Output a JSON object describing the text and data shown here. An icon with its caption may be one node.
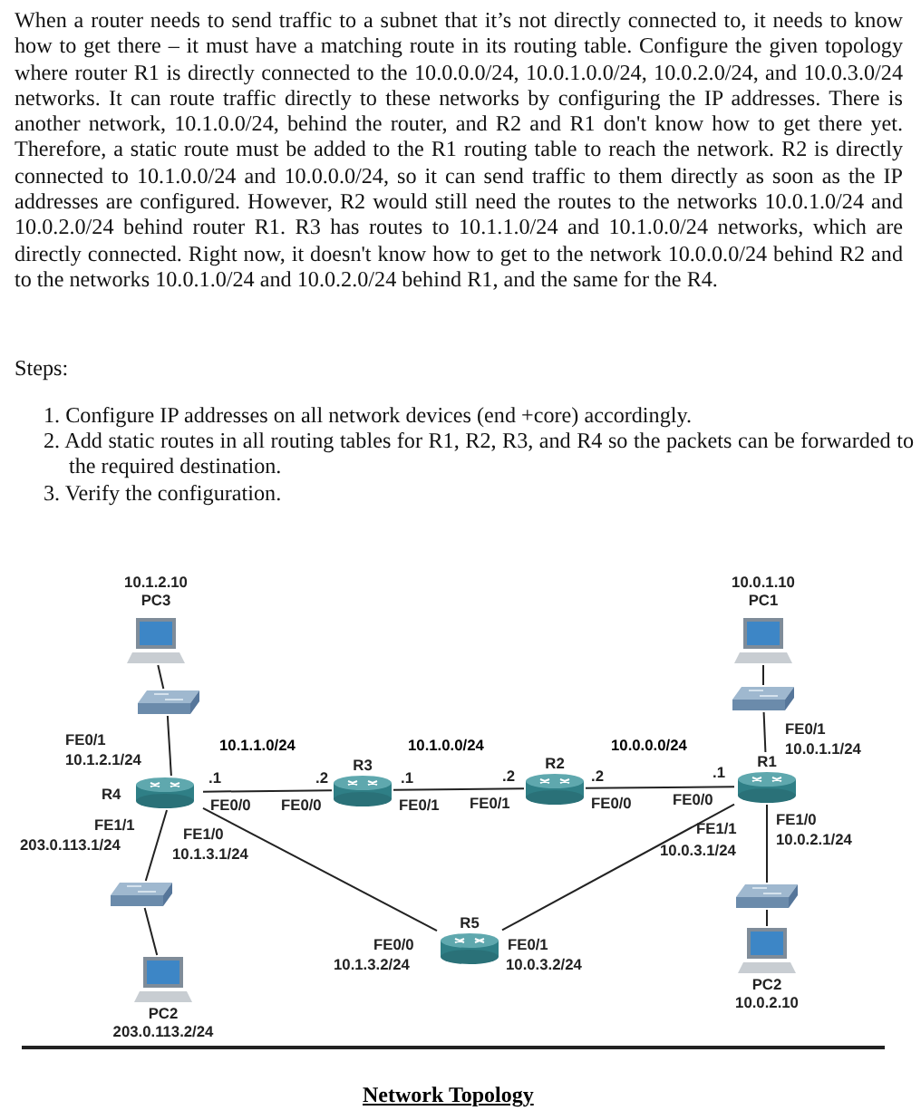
{
  "diagram": {
    "caption": "Network Topology",
    "nodes": [
      {
        "text": [
          "10.1.2.10",
          "PC3"
        ]
      },
      {
        "text": [
          "10.0.1.10",
          "PC1"
        ]
      },
      {
        "text": [],
        "shape": "picture"
      },
      {
        "text": [],
        "shape": "picture"
      },
      {
        "text": [
          "R3"
        ]
      },
      {
        "text": [
          "R2"
        ]
      },
      {
        "text": [
          "R1"
        ]
      },
      {
        "text": [
          "R4"
        ]
      },
      {
        "text": [],
        "shape": "picture"
      },
      {
        "text": [],
        "shape": "picture"
      },
      {
        "text": [
          "R5"
        ]
      },
      {
        "text": [
          "PC2",
          "203.0.113.2/24"
        ]
      },
      {
        "text": [
          "PC2",
          "10.0.2.10"
        ]
      }
    ],
    "edges": [
      {
        "from": 0,
        "to": 2,
        "arrow": "none"
      },
      {
        "from": 2,
        "to": 7,
        "arrow": "none"
      },
      {
        "from": 1,
        "to": 3,
        "arrow": "none"
      },
      {
        "from": 3,
        "to": 6,
        "arrow": "none"
      },
      {
        "from": 7,
        "to": 4,
        "arrow": "none",
        "label": "10.1.1.0/24"
      },
      {
        "from": 4,
        "to": 5,
        "arrow": "none",
        "label": "10.1.0.0/24"
      },
      {
        "from": 5,
        "to": 6,
        "arrow": "none",
        "label": "10.0.0.0/24"
      },
      {
        "from": 7,
        "to": 8,
        "arrow": "none"
      },
      {
        "from": 8,
        "to": 11,
        "arrow": "none"
      },
      {
        "from": 6,
        "to": 9,
        "arrow": "none"
      },
      {
        "from": 9,
        "to": 12,
        "arrow": "none"
      },
      {
        "from": 7,
        "to": 10,
        "arrow": "none"
      },
      {
        "from": 10,
        "to": 6,
        "arrow": "none"
      }
    ],
    "labels": [
      "When a router needs to send traffic to a subnet that it’s not directly connected to, it needs to know how to get there – it must have a matching route in its routing table. Configure the given topology where router R1 is directly connected to the 10.0.0.0/24, 10.0.1.0.0/24, 10.0.2.0/24, and 10.0.3.0/24 networks. It can route traffic directly to these networks by configuring the IP addresses. There is another network, 10.1.0.0/24, behind the router, and R2 and R1 don't know how to get there yet. Therefore, a static route must be added to the R1 routing table to reach the network. R2 is directly connected to 10.1.0.0/24 and 10.0.0.0/24, so it can send traffic to them directly as soon as the IP addresses are configured. However, R2 would still need the routes to the networks 10.0.1.0/24 and 10.0.2.0/24 behind router R1. R3 has routes to 10.1.1.0/24 and 10.1.0.0/24 networks, which are directly connected. Right now, it doesn't know how to get to the network 10.0.0.0/24 behind R2 and to the networks 10.0.1.0/24 and 10.0.2.0/24 behind R1, and the same for the R4.",
      "Steps:",
      "1. Configure IP addresses on all network devices (end +core) accordingly.",
      "2. Add static routes in all routing tables for R1, R2, R3, and R4 so the packets can be forwarded to the required destination.",
      "3. Verify the configuration.",
      "FE0/1",
      "10.1.2.1/24",
      ".1",
      "FE0/0",
      ".2",
      "FE0/0",
      ".1",
      "FE0/1",
      ".2",
      "FE0/1",
      ".2",
      "FE0/0",
      ".1",
      "FE0/0",
      "FE0/1",
      "10.0.1.1/24",
      "FE1/0",
      "10.0.2.1/24",
      "FE1/1",
      "10.0.3.1/24",
      "FE1/1",
      "203.0.113.1/24",
      "FE1/0",
      "10.1.3.1/24",
      "FE0/0",
      "10.1.3.2/24",
      "FE0/1",
      "10.0.3.2/24"
    ]
  }
}
